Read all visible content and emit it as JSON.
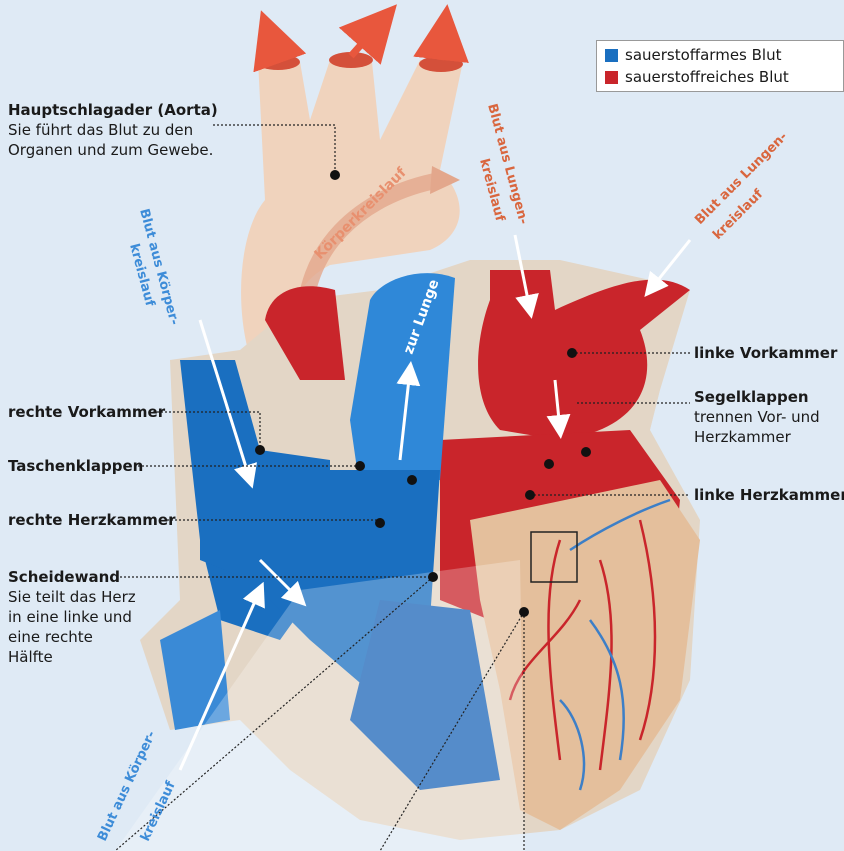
{
  "legend": {
    "items": [
      {
        "label": "sauerstoffarmes Blut",
        "color": "#1a6fc0"
      },
      {
        "label": "sauerstoffreiches Blut",
        "color": "#c9252b"
      }
    ]
  },
  "labels": {
    "aorta_title": "Hauptschlagader (Aorta)",
    "aorta_desc_1": "Sie führt das Blut zu den",
    "aorta_desc_2": "Organen und zum Gewebe.",
    "right_atrium": "rechte Vorkammer",
    "pocket_valves": "Taschenklappen",
    "right_ventricle": "rechte Herzkammer",
    "septum_title": "Scheidewand",
    "septum_desc_1": "Sie teilt das Herz",
    "septum_desc_2": "in eine linke und",
    "septum_desc_3": "eine rechte",
    "septum_desc_4": "Hälfte",
    "left_atrium": "linke Vorkammer",
    "sail_valves_title": "Segelklappen",
    "sail_valves_desc_1": "trennen Vor- und",
    "sail_valves_desc_2": "Herzkammer",
    "left_ventricle": "linke Herzkammer"
  },
  "flow_labels": {
    "body_circ": "Körperkreislauf",
    "to_lung": "zur Lunge",
    "from_body_top_1": "Blut aus Körper-",
    "from_body_top_2": "kreislauf",
    "from_body_bottom_1": "Blut aus Körper-",
    "from_body_bottom_2": "kreislauf",
    "from_lung_mid_1": "Blut aus Lungen-",
    "from_lung_mid_2": "kreislauf",
    "from_lung_right_1": "Blut aus Lungen-",
    "from_lung_right_2": "kreislauf"
  },
  "colors": {
    "deoxygenated": "#1a6fc0",
    "oxygenated": "#c9252b",
    "tissue": "#efd2bd",
    "background": "#dfeaf5"
  }
}
